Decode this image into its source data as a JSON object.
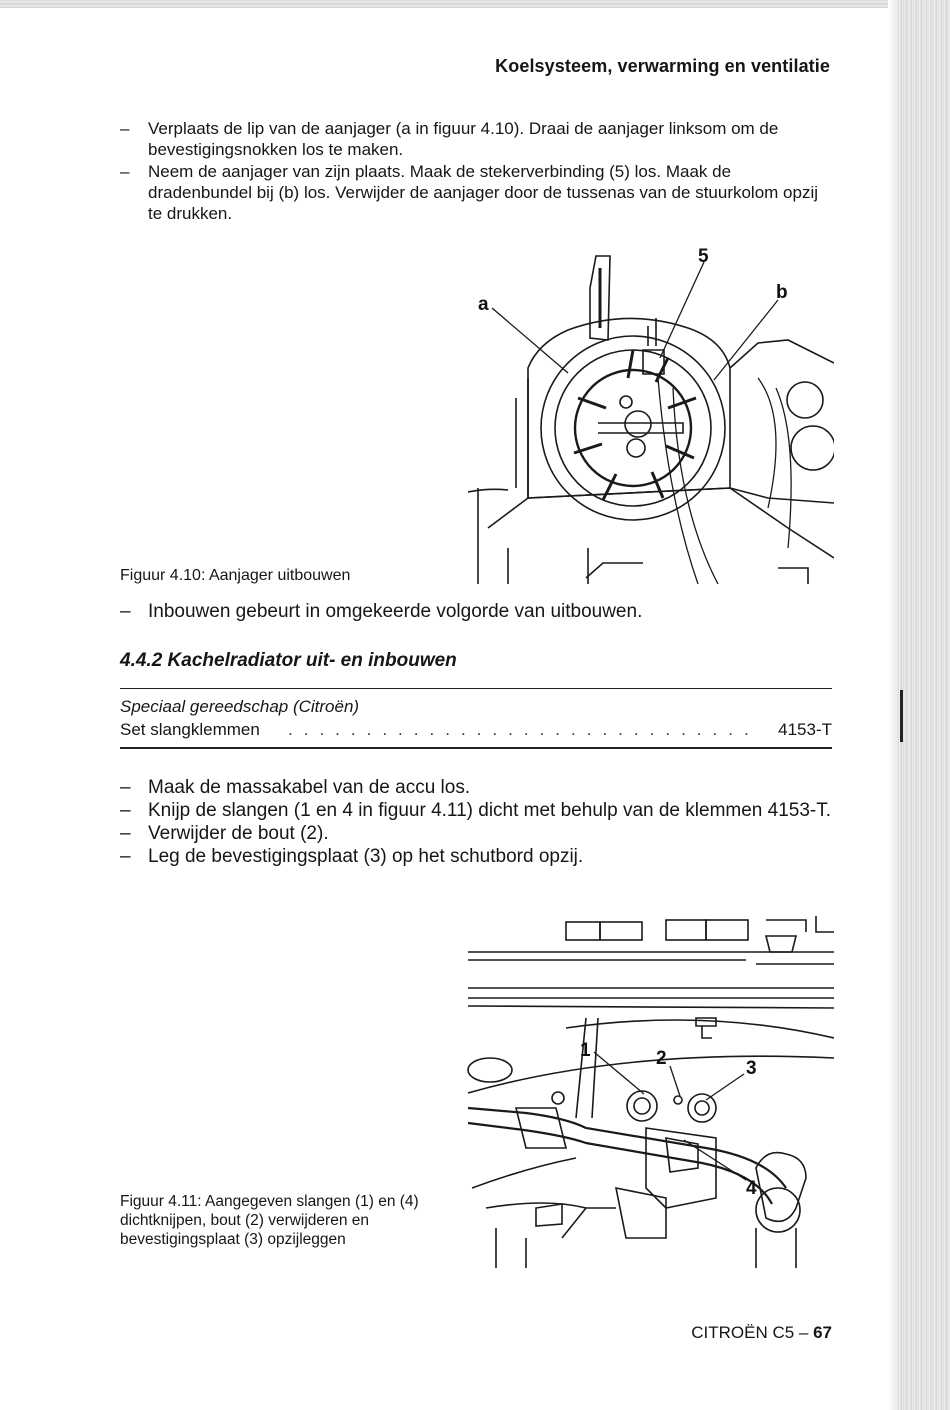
{
  "header": {
    "title": "Koelsysteem, verwarming en ventilatie"
  },
  "removal_steps": [
    "Verplaats de lip van de aanjager (a in figuur 4.10). Draai de aanjager linksom om de bevestigingsnokken los te maken.",
    "Neem de aanjager van zijn plaats. Maak de stekerverbinding (5) los. Maak de dradenbundel bij (b) los. Verwijder de aanjager door de tussenas van de stuurkolom opzij te drukken."
  ],
  "figure_4_10": {
    "caption": "Figuur 4.10: Aanjager uitbouwen",
    "labels": {
      "five": "5",
      "a": "a",
      "b": "b"
    }
  },
  "install_note": "Inbouwen gebeurt in omgekeerde volgorde van uitbouwen.",
  "section": {
    "heading": "4.4.2 Kachelradiator uit- en inbouwen"
  },
  "special_tools": {
    "heading": "Speciaal gereedschap (Citroën)",
    "item_name": "Set slangklemmen",
    "item_code": "4153-T"
  },
  "radiator_steps": [
    "Maak de massakabel van de accu los.",
    "Knijp de slangen (1 en 4 in figuur 4.11) dicht met behulp van de klemmen 4153-T.",
    "Verwijder de bout (2).",
    "Leg de bevestigingsplaat (3) op het schutbord opzij."
  ],
  "figure_4_11": {
    "caption": "Figuur 4.11: Aangegeven slangen (1) en (4) dichtknijpen, bout (2) verwijderen en bevestigingsplaat (3) opzijleggen",
    "labels": {
      "one": "1",
      "two": "2",
      "three": "3",
      "four": "4"
    }
  },
  "footer": {
    "model": "CITROËN C5 – ",
    "page": "67"
  }
}
